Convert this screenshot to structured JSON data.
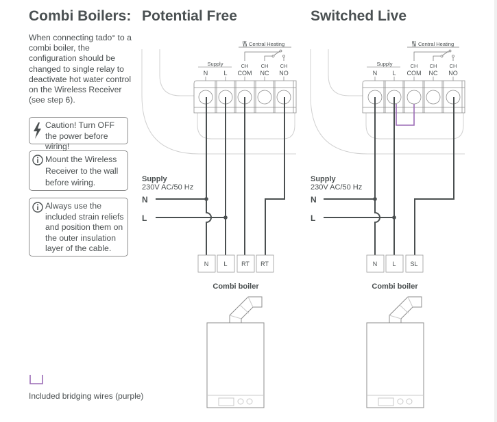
{
  "headings": {
    "main": "Combi Boilers:",
    "potential_free": "Potential Free",
    "switched_live": "Switched Live"
  },
  "intro": "When connecting tado° to a combi boiler, the configuration should be changed to single relay to deactivate hot water control on the Wireless Receiver (see step 6).",
  "notes": [
    {
      "icon": "lightning-icon",
      "text": "Caution! Turn OFF the power before wiring!"
    },
    {
      "icon": "info-icon",
      "text": "Mount the Wireless Receiver to the wall before wiring."
    },
    {
      "icon": "info-icon",
      "text": "Always use the included strain reliefs and position them on the outer insulation layer of the cable."
    }
  ],
  "legend": {
    "text": "Included bridging wires (purple)",
    "color": "#9b6bb5"
  },
  "colors": {
    "wire": "#4a4f50",
    "bridge": "#9b6bb5",
    "outline": "#8c8c8c",
    "light": "#cfcfcf"
  },
  "diagrams": [
    {
      "id": "potential-free",
      "central_heating": "Central Heating",
      "supply_group": "Supply",
      "terminals": [
        {
          "top": "",
          "label": "N"
        },
        {
          "top": "",
          "label": "L"
        },
        {
          "top": "CH",
          "label": "COM"
        },
        {
          "top": "CH",
          "label": "NC"
        },
        {
          "top": "CH",
          "label": "NO"
        }
      ],
      "supply_title": "Supply",
      "supply_spec": "230V AC/50 Hz",
      "supply_lines": [
        "N",
        "L"
      ],
      "boiler_terminals": [
        "N",
        "L",
        "RT",
        "RT"
      ],
      "boiler_label": "Combi boiler"
    },
    {
      "id": "switched-live",
      "central_heating": "Central Heating",
      "supply_group": "Supply",
      "terminals": [
        {
          "top": "",
          "label": "N"
        },
        {
          "top": "",
          "label": "L"
        },
        {
          "top": "CH",
          "label": "COM"
        },
        {
          "top": "CH",
          "label": "NC"
        },
        {
          "top": "CH",
          "label": "NO"
        }
      ],
      "supply_title": "Supply",
      "supply_spec": "230V AC/50 Hz",
      "supply_lines": [
        "N",
        "L"
      ],
      "boiler_terminals": [
        "N",
        "L",
        "SL"
      ],
      "boiler_label": "Combi boiler"
    }
  ]
}
